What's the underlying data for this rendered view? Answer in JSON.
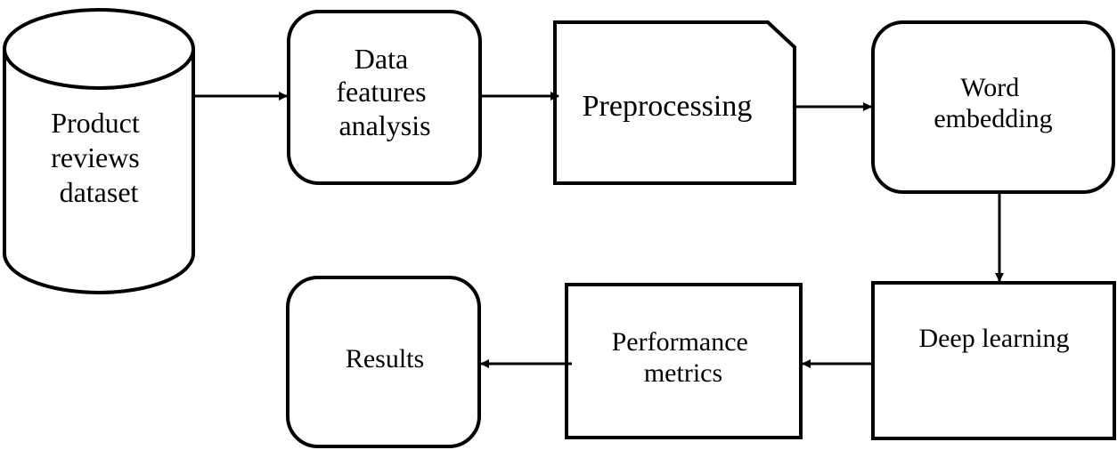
{
  "nodes": {
    "dataset": {
      "lines": [
        "Product",
        "reviews",
        "dataset"
      ]
    },
    "features": {
      "lines": [
        "Data",
        "features",
        "analysis"
      ]
    },
    "preprocessing": {
      "lines": [
        "Preprocessing"
      ]
    },
    "embedding": {
      "lines": [
        "Word",
        "embedding"
      ]
    },
    "deep": {
      "lines": [
        "Deep learning"
      ]
    },
    "metrics": {
      "lines": [
        "Performance",
        "metrics"
      ]
    },
    "results": {
      "lines": [
        "Results"
      ]
    }
  }
}
